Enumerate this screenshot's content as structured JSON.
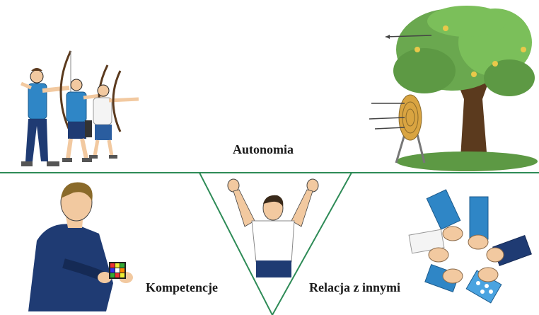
{
  "labels": {
    "autonomy": "Autonomia",
    "competence": "Kompetencje",
    "relatedness": "Relacja z innymi"
  },
  "colors": {
    "divider": "#2e8b57",
    "text": "#1a1a1a",
    "shirt_blue": "#2f86c6",
    "navy": "#1f3b73",
    "tree_green": "#6aa84f",
    "trunk": "#5b3a1e",
    "target_gold": "#d9a441",
    "skin": "#f2c9a0"
  },
  "illustrations": [
    {
      "name": "archers-illustration",
      "depicts": "three archers drawing bows"
    },
    {
      "name": "tree-target-illustration",
      "depicts": "tree with arrows and archery target"
    },
    {
      "name": "man-rubiks-cube-illustration",
      "depicts": "man solving a Rubik's cube"
    },
    {
      "name": "cheering-man-illustration",
      "depicts": "man raising both arms"
    },
    {
      "name": "linked-hands-illustration",
      "depicts": "circle of hands gripping wrists"
    }
  ]
}
